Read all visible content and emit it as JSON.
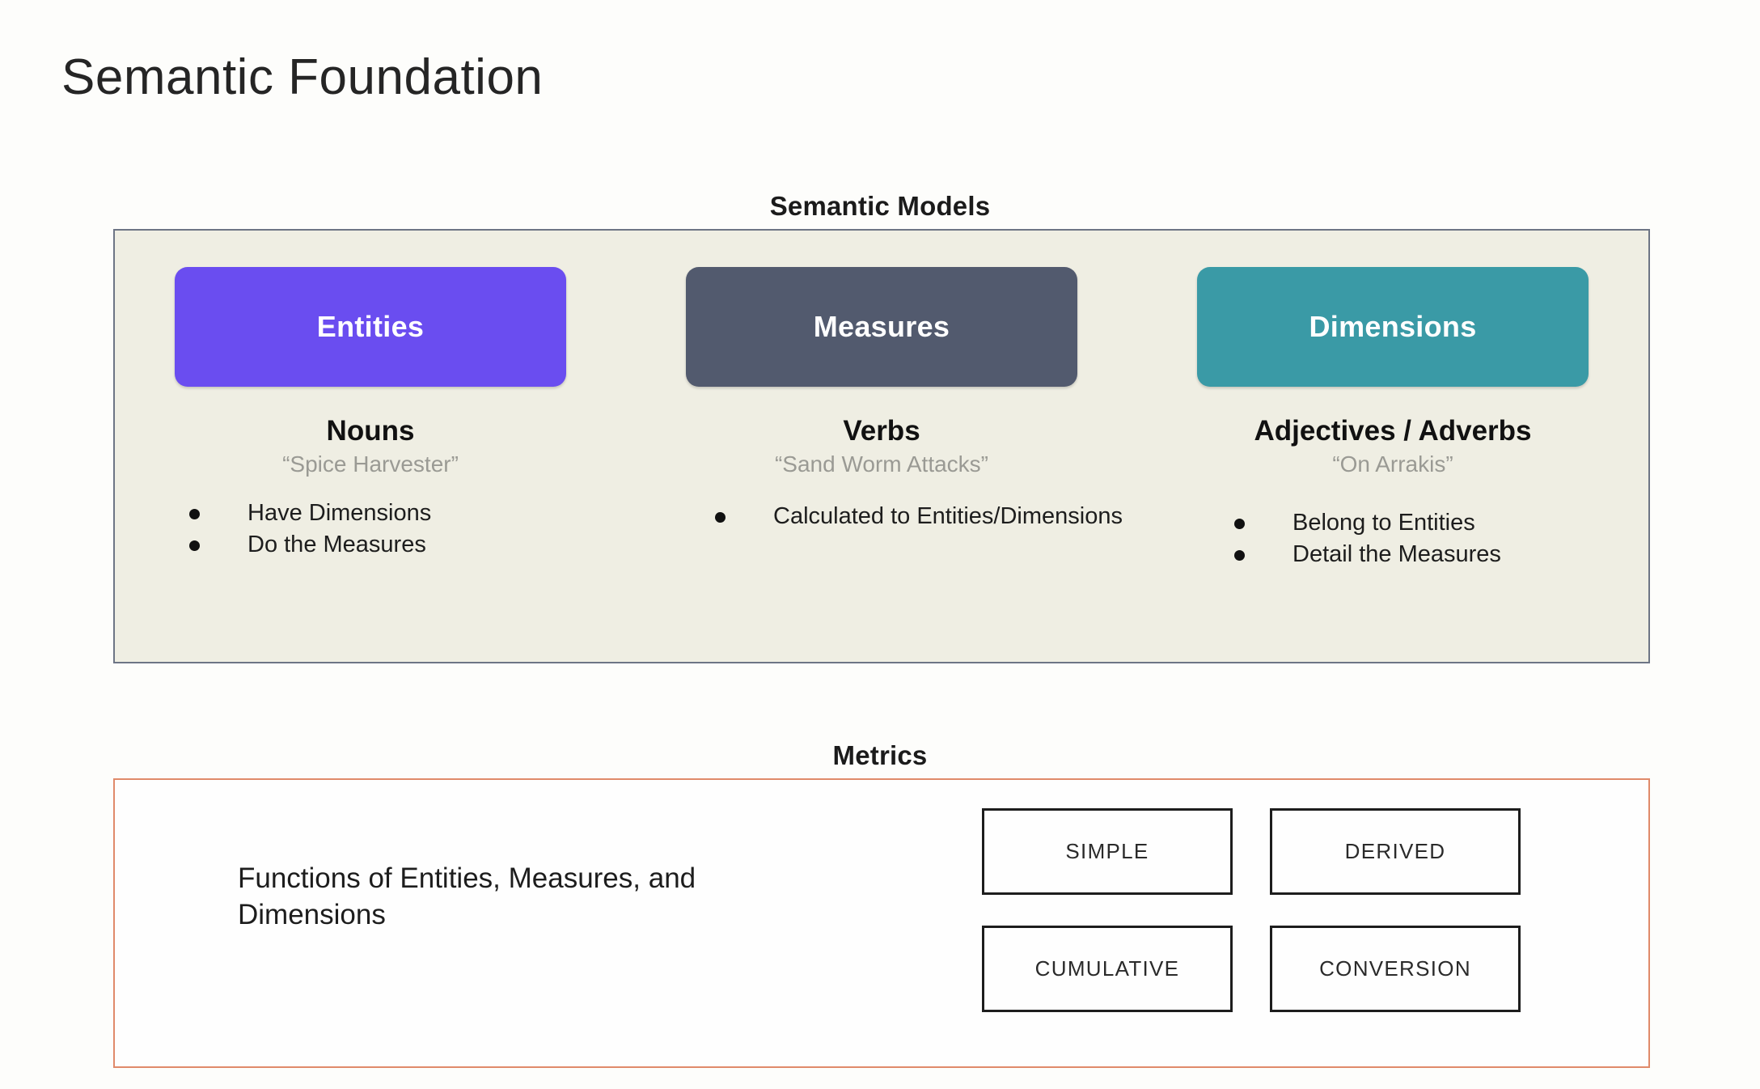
{
  "page": {
    "title": "Semantic Foundation",
    "background_color": "#fdfdfb"
  },
  "colors": {
    "entities": "#6a4df0",
    "measures": "#525a6e",
    "dimensions": "#3a9aa6",
    "models_panel_bg": "#efeee3",
    "models_panel_border": "#6d7585",
    "metrics_panel_border": "#e08a6a",
    "example_text": "#9a9a94"
  },
  "semantic_models": {
    "heading": "Semantic Models",
    "columns": [
      {
        "card_label": "Entities",
        "part_of_speech": "Nouns",
        "example": "“Spice Harvester”",
        "bullets": [
          "Have Dimensions",
          "Do the Measures"
        ]
      },
      {
        "card_label": "Measures",
        "part_of_speech": "Verbs",
        "example": "“Sand Worm Attacks”",
        "bullets": [
          "Calculated to Entities/Dimensions"
        ]
      },
      {
        "card_label": "Dimensions",
        "part_of_speech": "Adjectives / Adverbs",
        "example": "“On Arrakis”",
        "bullets": [
          "Belong to Entities",
          "Detail the Measures"
        ]
      }
    ]
  },
  "metrics": {
    "heading": "Metrics",
    "description": "Functions of Entities, Measures, and Dimensions",
    "types": [
      "SIMPLE",
      "DERIVED",
      "CUMULATIVE",
      "CONVERSION"
    ]
  }
}
